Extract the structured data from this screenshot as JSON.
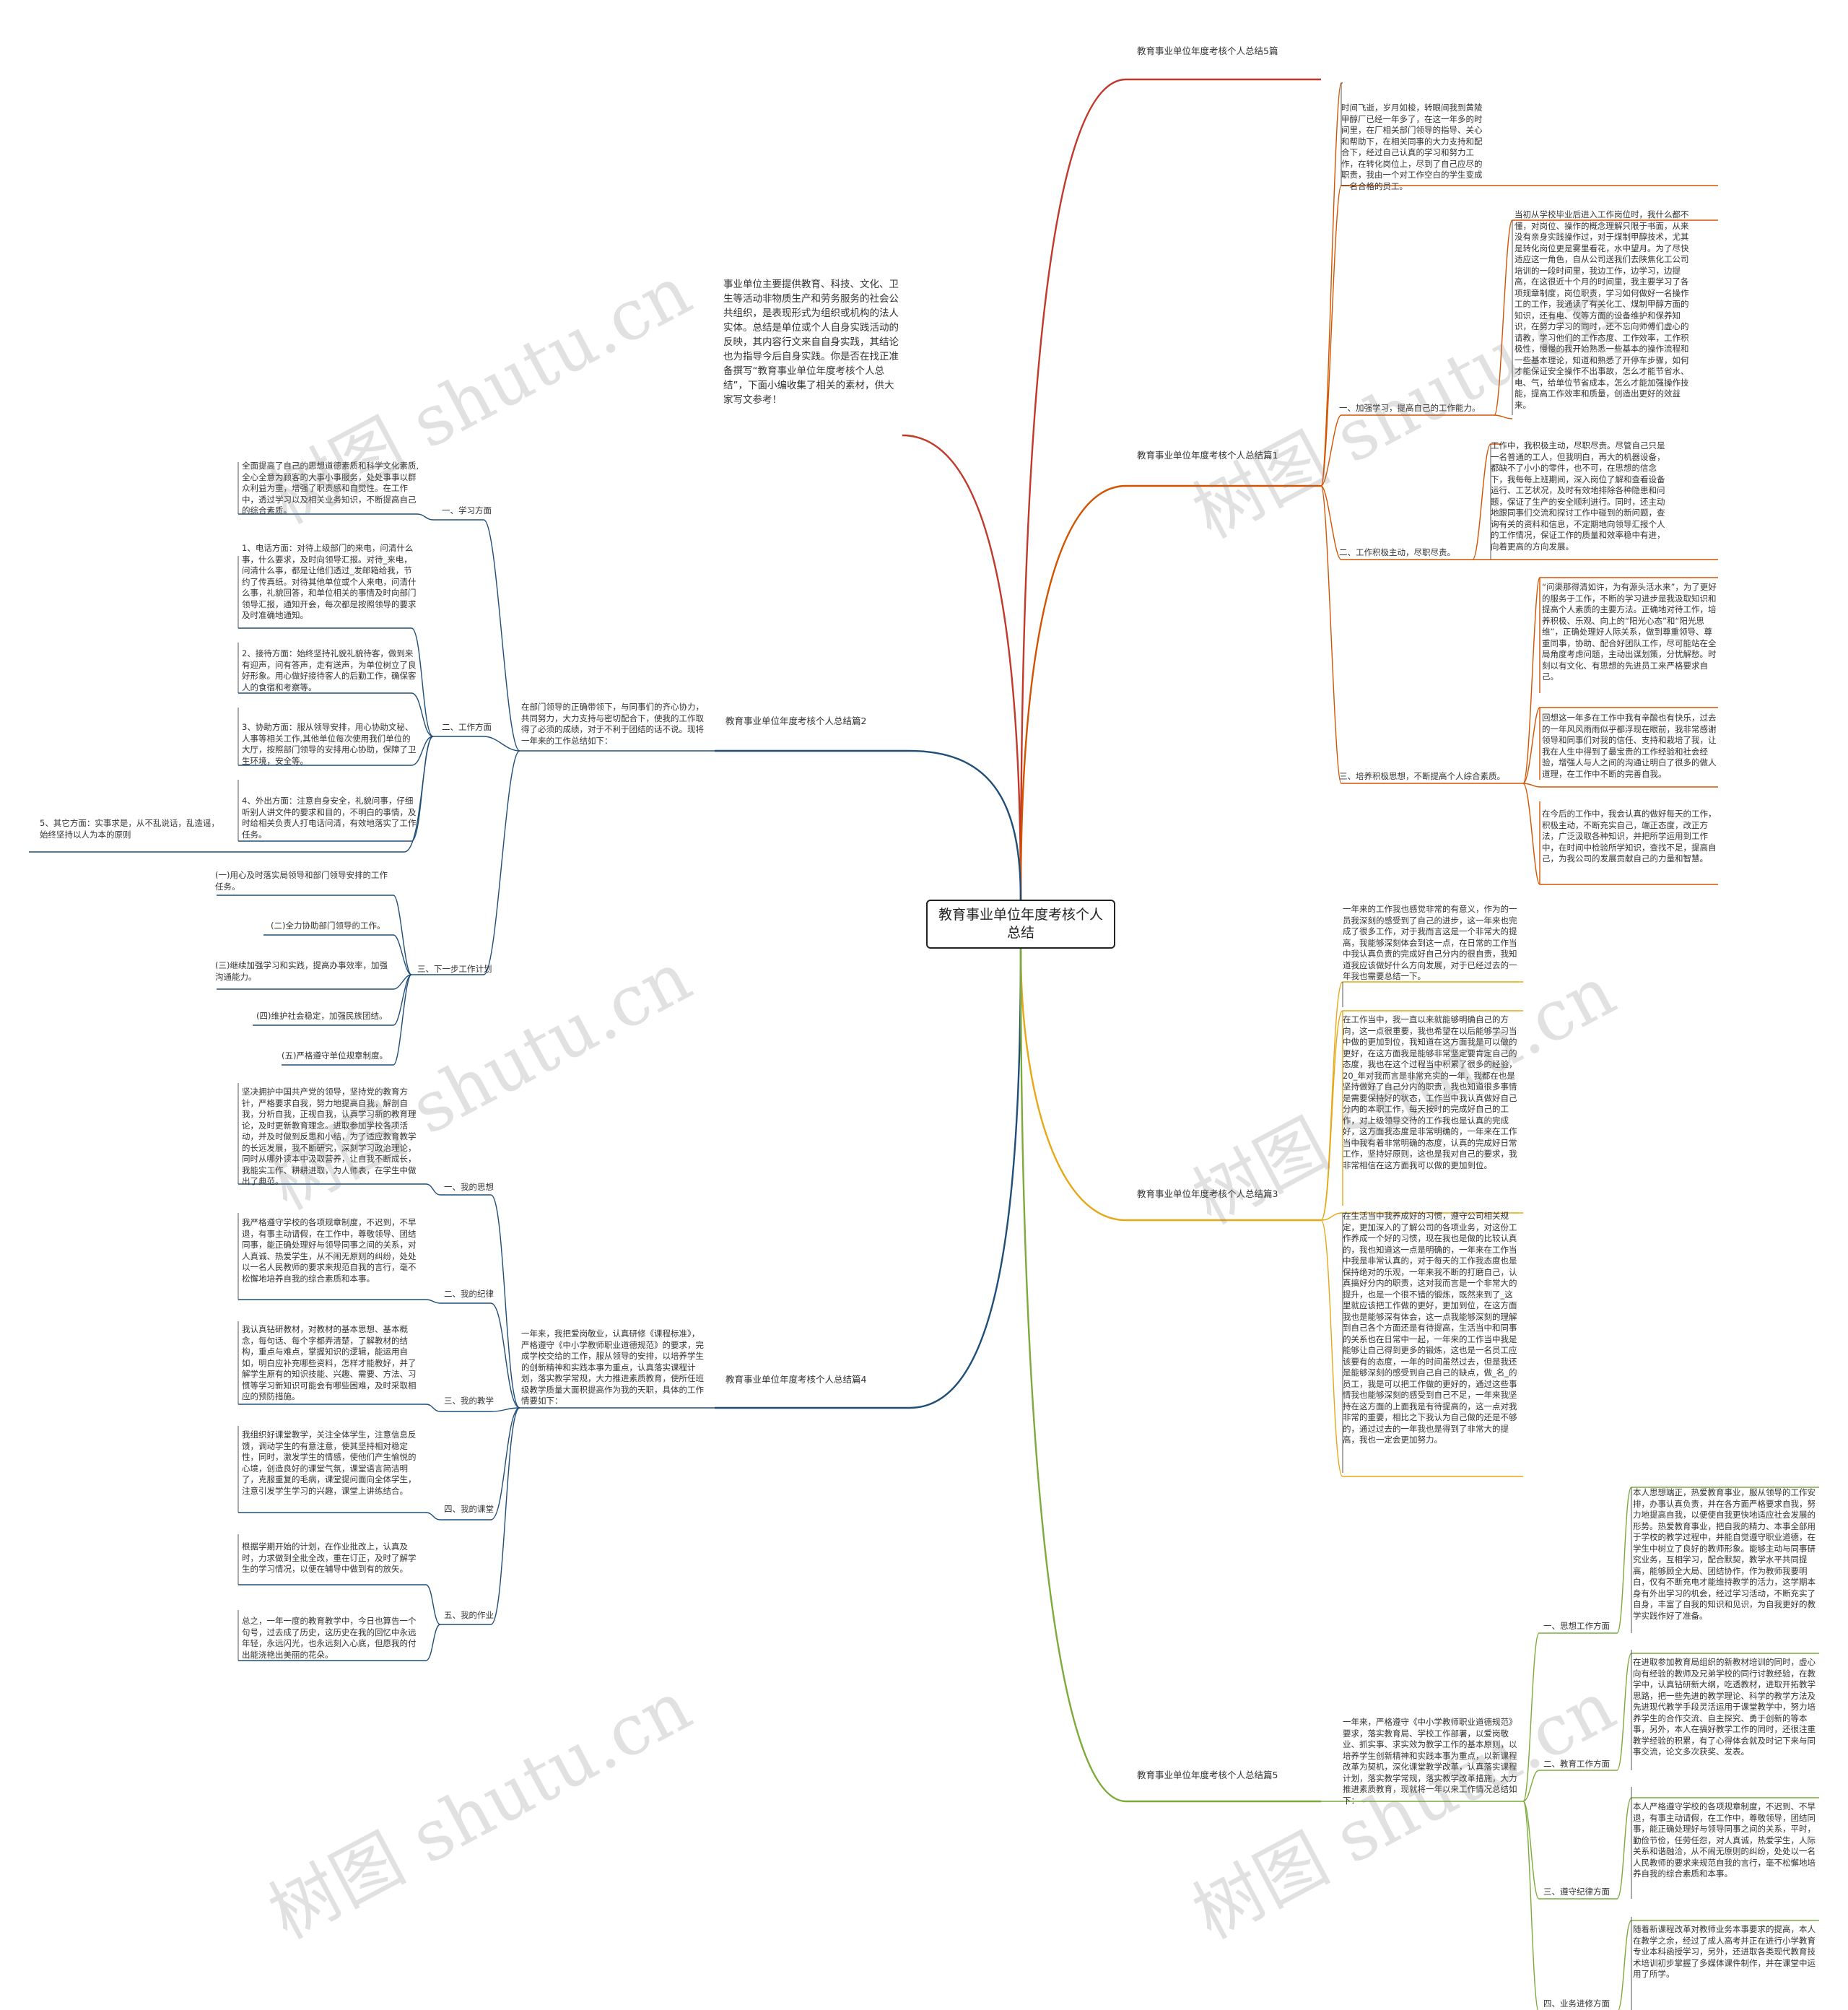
{
  "center": "教育事业单位年度考核个人总结",
  "intro": "事业单位主要提供教育、科技、文化、卫生等活动非物质生产和劳务服务的社会公共组织，是表现形式为组织或机构的法人实体。总结是单位或个人自身实践活动的反映，其内容行文来自自身实践，其结论也为指导今后自身实践。你是否在找正准备撰写“教育事业单位年度考核个人总结”，下面小编收集了相关的素材，供大家写文参考！",
  "branches": {
    "b5": "教育事业单位年度考核个人总结5篇",
    "b1": "教育事业单位年度考核个人总结篇1",
    "b2": "教育事业单位年度考核个人总结篇2",
    "b3": "教育事业单位年度考核个人总结篇3",
    "b4": "教育事业单位年度考核个人总结篇4",
    "b5p": "教育事业单位年度考核个人总结篇5"
  },
  "p1": {
    "intro": "时间飞逝，岁月如梭，转眼间我到黄陵甲醇厂已经一年多了，在这一年多的时间里，在厂相关部门领导的指导、关心和帮助下，在相关同事的大力支持和配合下，经过自己认真的学习和努力工作，在转化岗位上，尽到了自己应尽的职责，我由一个对工作空白的学生变成一名合格的员工。",
    "s1": "一、加强学习，提高自己的工作能力。",
    "s1t": "当初从学校毕业后进入工作岗位时，我什么都不懂，对岗位、操作的概念理解只限于书面，从来没有亲身实践操作过，对于煤制甲醇技术，尤其是转化岗位更是雾里看花，水中望月。为了尽快适应这一角色，自从公司送我们去陕焦化工公司培训的一段时间里，我边工作，边学习，边提高，在这很近十个月的时间里，我主要学习了各项规章制度，岗位职责，学习如何做好一名操作工的工作，我通读了有关化工、煤制甲醇方面的知识，还有电、仪等方面的设备维护和保养知识，在努力学习的同时，还不忘向师傅们虚心的请教，学习他们的工作态度、工作效率，工作积极性，慢慢的我开始熟悉一些基本的操作流程和一些基本理论，知道和熟悉了开停车步骤，如何才能保证安全操作不出事故，怎么才能节省水、电、气，给单位节省成本，怎么才能加强操作技能，提高工作效率和质量，创造出更好的效益来。",
    "s2": "二、工作积极主动，尽职尽责。",
    "s2t": "工作中，我积极主动，尽职尽责。尽管自己只是一名普通的工人，但我明白，再大的机器设备，都缺不了小小的零件，也不可，在思想的信念下，我每每上班期间，深入岗位了解和查看设备运行、工艺状况，及时有效地排除各种隐患和问题，保证了生产的安全顺利进行。同时，还主动地跟同事们交流和探讨工作中碰到的新问题，查询有关的资料和信息，不定期地向领导汇报个人的工作情况，保证工作的质量和效率稳中有进，向着更高的方向发展。",
    "s3": "三、培养积极思想，不断提高个人综合素质。",
    "s3a": "“问渠那得清如许，为有源头活水来”，为了更好的服务于工作，不断的学习进步是我汲取知识和提高个人素质的主要方法。正确地对待工作，培养积极、乐观、向上的“阳光心态”和“阳光思维”，正确处理好人际关系，做到尊重领导、尊重同事，协助、配合好团队工作，尽可能站在全局角度考虑问题，主动出谋划策，分忧解愁。时刻以有文化、有思想的先进员工来严格要求自己。",
    "s3b": "回想这一年多在工作中我有辛酸也有快乐，过去的一年风风雨雨似乎都浮现在眼前，我非常感谢领导和同事们对我的信任、支持和栽培了我，让我在人生中得到了最宝贵的工作经验和社会经验，增强人与人之间的沟通让明白了很多的做人道理，在工作中不断的完善自我。",
    "s3c": "在今后的工作中，我会认真的做好每天的工作，积极主动，不断充实自己，端正态度，改正方法，广泛汲取各种知识，并把所学运用到工作中，在时间中检验所学知识，查找不足，提高自己，为我公司的发展贡献自己的力量和智慧。"
  },
  "p2": {
    "intro": "在部门领导的正确带领下，与同事们的齐心协力，共同努力，大力支持与密切配合下，使我的工作取得了必须的成绩，对于不利于团结的话不说。现将一年来的工作总结如下：",
    "s1": "一、学习方面",
    "s1t": "全面提高了自己的思想道德素质和科学文化素质,全心全意为顾客的大事小事服务，处处事事以群众利益为重，增强了职责感和自觉性。在工作中，透过学习以及相关业务知识，不断提高自己的综合素质。",
    "s2": "二、工作方面",
    "s2a": "1、电话方面：对待上级部门的来电，问清什么事，什么要求，及时向领导汇报。对待_来电，问清什么事，都是让他们透过_发邮箱给我，节约了传真纸。对待其他单位或个人来电，问清什么事，礼貌回答，和单位相关的事情及时向部门领导汇报，通知开会，每次都是按照领导的要求及时准确地通知。",
    "s2b": "2、接待方面：始终坚持礼貌礼貌待客，做到来有迎声，问有答声，走有送声，为单位树立了良好形象。用心做好接待客人的后勤工作，确保客人的食宿和考察等。",
    "s2c": "3、协助方面：服从领导安排，用心协助文秘、人事等相关工作,其他单位每次使用我们单位的大厅，按照部门领导的安排用心协助，保障了卫生环境，安全等。",
    "s2d": "4、外出方面：注意自身安全，礼貌问事，仔细听别人讲文件的要求和目的，不明白的事情，及时给相关负责人打电话问清，有效地落实了工作任务。",
    "s2e": "5、其它方面：实事求是，从不乱说话，乱造谣，始终坚持以人为本的原则",
    "s3": "三、下一步工作计划",
    "s3a": "(一)用心及时落实局领导和部门领导安排的工作任务。",
    "s3b": "(二)全力协助部门领导的工作。",
    "s3c": "(三)继续加强学习和实践，提高办事效率，加强沟通能力。",
    "s3d": "(四)维护社会稳定，加强民族团结。",
    "s3e": "(五)严格遵守单位规章制度。"
  },
  "p3": {
    "a": "一年来的工作我也感觉非常的有意义，作为的一员我深刻的感受到了自己的进步，这一年来也完成了很多工作，对于我而言这是一个非常大的提高，我能够深刻体会到这一点，在日常的工作当中我认真负责的完成好自己分内的很自责，我知道我应该做好什么方向发展，对于已经过去的一年我也需要总结一下。",
    "b": "在工作当中，我一直以来就能够明确自己的方向，这一点很重要，我也希望在以后能够学习当中做的更加到位，我知道在这方面我是可以做的更好，在这方面我是能够非常坚定要肯定自己的态度，我也在这个过程当中积累了很多的经验，20_年对我而言是非常充实的一年，我都在也是坚持做好了自己分内的职责，我也知道很多事情是需要保持好的状态，工作当中我认真做好自己分内的本职工作，每天按时的完成好自己的工作，对上级领导交待的工作我也是认真的完成好，这方面我态度是非常明确的，一年来在工作当中我有着非常明确的态度，认真的完成好日常工作，坚持好原则，这也是我对自己的要求，我非常相信在这方面我可以做的更加到位。",
    "c": "在生活当中我养成好的习惯，遵守公司相关规定，更加深入的了解公司的各项业务，对这份工作养成一个好的习惯，现在我也是做的比较认真的，我也知道这一点是明确的，一年来在工作当中我是非常认真的，对于每天的工作我态度也是保持绝对的乐观，一年来我不断的打磨自己，认真搞好分内的职责，这对我而言是一个非常大的提升，也是一个很不错的锻炼，既然来到了_这里就应该把工作做的更好，更加到位，在这方面我也是能够深有体会，这一点我能够深刻的理解到自己各个方面还是有待提高，生活当中和同事的关系也在日常中一起，一年来的工作当中我是能够让自己得到更多的锻炼，这也是一名员工应该要有的态度，一年的时间虽然过去，但是我还是能够深刻的感受到自己自己的缺点，做_名_的员工，我是可以把工作做的更好的，通过这些事情我也能够深刻的感受到自己不足，一年来我坚持在这方面的上面我是有待提高的，这一点对我非常的重要，相比之下我认为自己做的还是不够的，通过过去的一年我也是得到了非常大的提高，我也一定会更加努力。"
  },
  "p4": {
    "intro": "一年来，我把爱岗敬业，认真研修《课程标准》，严格遵守《中小学教师职业道德规范》的要求，完成学校交给的工作，服从领导的安排，以培养学生的创新精神和实践本事为重点，认真落实课程计划，落实教学常规，大力推进素质教育，使所任班级教学质量大面积提高作为我的天职，具体的工作情要如下：",
    "s1": "一、我的思想",
    "s1t": "坚决拥护中国共产党的领导，坚持党的教育方针，严格要求自我，努力地提高自我，解剖自我，分析自我，正视自我，认真学习新的教育理论，及时更新教育理念。进取参加学校各项活动，并及时做到反思和小结，为了适应教育教学的长远发展，我不断研究，深刻学习政治理论，同时从哪外读本中汲取营养，让自我不断成长，我能实工作、耕耕进取，为人师表，在学生中做出了典范。",
    "s2": "二、我的纪律",
    "s2t": "我严格遵守学校的各项规章制度，不迟到，不早退，有事主动请假，在工作中，尊敬领导、团结同事，能正确处理好与领导同事之间的关系，对人真诚、热爱学生，从不闹无原则的纠纷，处处以一名人民教师的要求来规范自我的言行，毫不松懈地培养自我的综合素质和本事。",
    "s3": "三、我的教学",
    "s3t": "我认真钻研教材，对教材的基本思想、基本概念，每句话、每个字都弄清楚，了解教材的结构，重点与难点，掌握知识的逻辑，能运用自如，明白应补充哪些资料，怎样才能教好，并了解学生原有的知识技能、兴趣、需要、方法、习惯等学习新知识可能会有哪些困难，及时采取相应的预防措施。",
    "s4": "四、我的课堂",
    "s4t": "我组织好课堂教学，关注全体学生，注意信息反馈，调动学生的有意注意，使其坚持相对稳定性，同时，激发学生的情感，使他们产生愉悦的心境，创造良好的课堂气氛，课堂语言简洁明了，克服重复的毛病，课堂提问面向全体学生，注意引发学生学习的兴趣，课堂上讲练结合。",
    "s5": "五、我的作业",
    "s5a": "根据学期开始的计划，在作业批改上，认真及时，力求做到全批全改，重在订正，及时了解学生的学习情况，以便在辅导中做到有的放矢。",
    "s5b": "总之，一年一度的教育教学中，今日也算告一个句号，过去成了历史，这历史在我的回忆中永远年轻，永远闪光，也永远刻入心底，但愿我的付出能浇艳出美丽的花朵。"
  },
  "p5": {
    "intro": "一年来，严格遵守《中小学教师职业道德规范》要求，落实教育局、学校工作部署，以爱岗敬业、抓实事、求实效为教学工作的基本原则，以培养学生创新精神和实践本事为重点，以新课程改革为契机，深化课堂教学改革，认真落实课程计划，落实教学常规，落实教学改革措施，大力推进素质教育，现就将一年以来工作情况总结如下：",
    "s1": "一、思想工作方面",
    "s1t": "本人思想端正，热爱教育事业，服从领导的工作安排，办事认真负责，并在各方面严格要求自我，努力地提高自我，以便使自我更快地适应社会发展的形势。热爱教育事业，把自我的精力、本事全部用于学校的教学过程中，并能自觉遵守职业道德，在学生中树立了良好的教师形象。能够主动与同事研究业务，互相学习，配合默契，教学水平共同提高，能够顾全大局、团结协作，作为教师我要明白，仅有不断充电才能维持教学的活力，这学期本身有外出学习的机会，经过学习活动，不断充实了自身，丰富了自我的知识和见识，为自我更好的教学实践作好了准备。",
    "s2": "二、教育工作方面",
    "s2t": "在进取参加教育局组织的新教材培训的同时，虚心向有经验的教师及兄弟学校的同行讨教经验，在教学中，认真钻研新大纲，吃透教材，进取开拓教学思路，把一些先进的教学理论、科学的教学方法及先进现代教学手段灵活运用于课堂教学中，努力培养学生的合作交流、自主探究、勇于创新的等本事，另外，本人在搞好教学工作的同时，还很注重教学经验的积累，有了心得体会就及时记下来与同事交流，论文多次获奖、发表。",
    "s3": "三、遵守纪律方面",
    "s3t": "本人严格遵守学校的各项规章制度，不迟到、不早退，有事主动请假，在工作中，尊敬领导，团结同事，能正确处理好与领导同事之间的关系，平时，勤俭节俭，任劳任怨，对人真诚，热爱学生，人际关系和谐融洽，从不闹无原则的纠纷，处处以一名人民教师的要求来规范自我的言行，毫不松懈地培养自我的综合素质和本事。",
    "s4": "四、业务进修方面",
    "s4t": "随着新课程改革对教师业务本事要求的提高，本人在教学之余，经过了成人高考并正在进行小学教育专业本科函授学习，另外，还进取各类现代教育技术培训初步掌握了多媒体课件制作，并在课堂中运用了所学。"
  },
  "watermark": "树图 shutu.cn",
  "colors": {
    "b5": "#c0392b",
    "intro": "#c0392b",
    "b1": "#d35400",
    "b2": "#1f4e79",
    "b3": "#e6a817",
    "b4": "#1f4e79",
    "b5p": "#7cab3a",
    "p1sub": "#d35400",
    "p2sub": "#1f4e79",
    "p3sub": "#e6a817",
    "p4sub": "#1f4e79",
    "p5sub": "#7cab3a"
  }
}
